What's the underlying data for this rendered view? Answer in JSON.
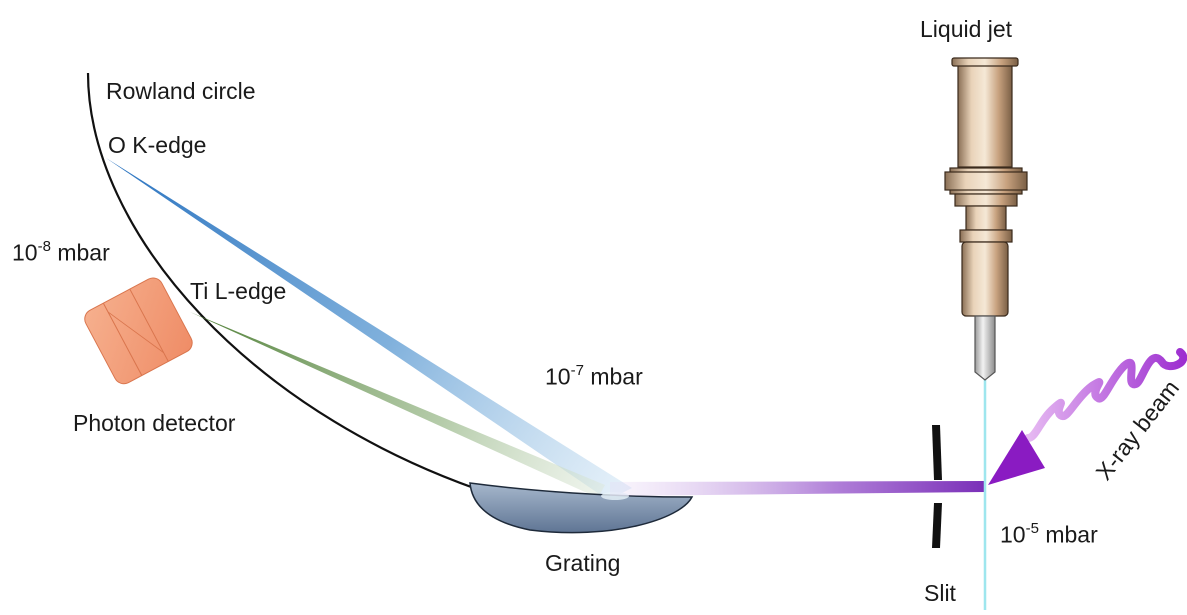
{
  "labels": {
    "rowland_circle": "Rowland circle",
    "o_kedge": "O K-edge",
    "ti_ledge": "Ti L-edge",
    "photon_detector": "Photon detector",
    "grating": "Grating",
    "slit": "Slit",
    "liquid_jet": "Liquid jet",
    "xray_beam": "X-ray beam"
  },
  "pressures": {
    "detector": {
      "base": "10",
      "exp": "-8",
      "unit": " mbar"
    },
    "spectrometer": {
      "base": "10",
      "exp": "-7",
      "unit": " mbar"
    },
    "sample": {
      "base": "10",
      "exp": "-5",
      "unit": " mbar"
    }
  },
  "colors": {
    "o_kedge_beam": "#2f7fc6",
    "ti_ledge_beam": "#5e8a45",
    "xray_beam": "#a14fcf",
    "xray_wave": "#b24ad6",
    "detector": "#f4a07c",
    "grating": "#7f95b2",
    "jet_metal": "#c9a37e",
    "jet_stream": "#9ee6ee"
  }
}
